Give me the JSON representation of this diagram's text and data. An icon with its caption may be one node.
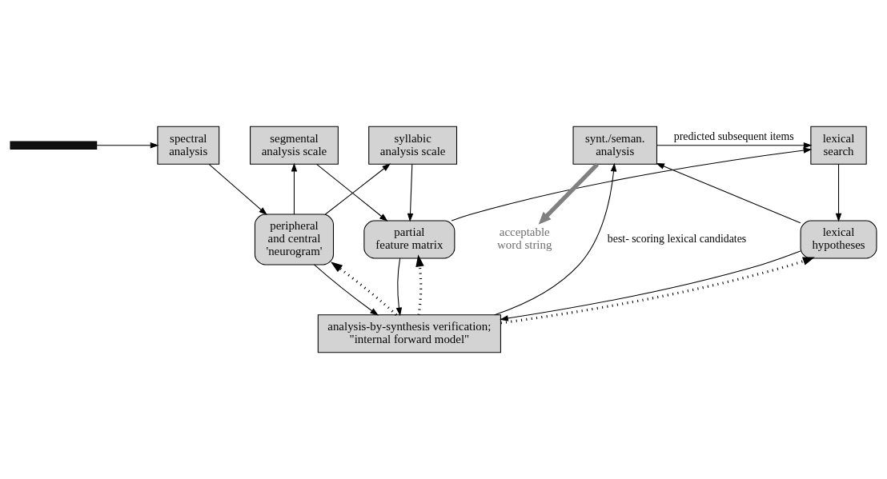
{
  "diagram": {
    "nodes": [
      {
        "text": [],
        "shape": "bar"
      },
      {
        "text": [
          "spectral analysis"
        ]
      },
      {
        "text": [
          "peripheral and central 'neurogram'"
        ]
      },
      {
        "text": [
          "analysis-by-synthesis verification; \"internal forward model\""
        ]
      },
      {
        "text": [
          "partial feature matrix"
        ]
      },
      {
        "text": [
          "lexical hypotheses"
        ]
      },
      {
        "text": [
          "segmental analysis scale"
        ]
      },
      {
        "text": [
          "syllabic analysis scale"
        ]
      },
      {
        "text": [
          "lexical search"
        ]
      },
      {
        "text": [
          "synt./seman. analysis"
        ]
      },
      {
        "text": [
          "acceptable word string"
        ]
      }
    ],
    "edges": [
      {
        "from": 0,
        "to": 1,
        "arrow": "to"
      },
      {
        "from": 1,
        "to": 2,
        "arrow": "to"
      },
      {
        "from": 2,
        "to": 3,
        "arrow": "to"
      },
      {
        "from": 3,
        "to": 2,
        "arrow": "to",
        "style": "dashed"
      },
      {
        "from": 4,
        "to": 3,
        "arrow": "to"
      },
      {
        "from": 3,
        "to": 4,
        "arrow": "to",
        "style": "dashed"
      },
      {
        "from": 5,
        "to": 3,
        "arrow": "to"
      },
      {
        "from": 3,
        "to": 5,
        "arrow": "to",
        "style": "dashed"
      },
      {
        "from": 3,
        "to": 9,
        "arrow": "to",
        "label": "best- scoring lexical candidates"
      },
      {
        "from": 2,
        "to": 6,
        "arrow": "to"
      },
      {
        "from": 2,
        "to": 7,
        "arrow": "to"
      },
      {
        "from": 6,
        "to": 4,
        "arrow": "to"
      },
      {
        "from": 7,
        "to": 4,
        "arrow": "to"
      },
      {
        "from": 4,
        "to": 8,
        "arrow": "to"
      },
      {
        "from": 8,
        "to": 5,
        "arrow": "to"
      },
      {
        "from": 5,
        "to": 9,
        "arrow": "to"
      },
      {
        "from": 9,
        "to": 8,
        "arrow": "to",
        "label": "predicted subsequent items"
      },
      {
        "from": 9,
        "to": 10,
        "arrow": "to",
        "style": "thick",
        "color": "#808080"
      }
    ]
  }
}
